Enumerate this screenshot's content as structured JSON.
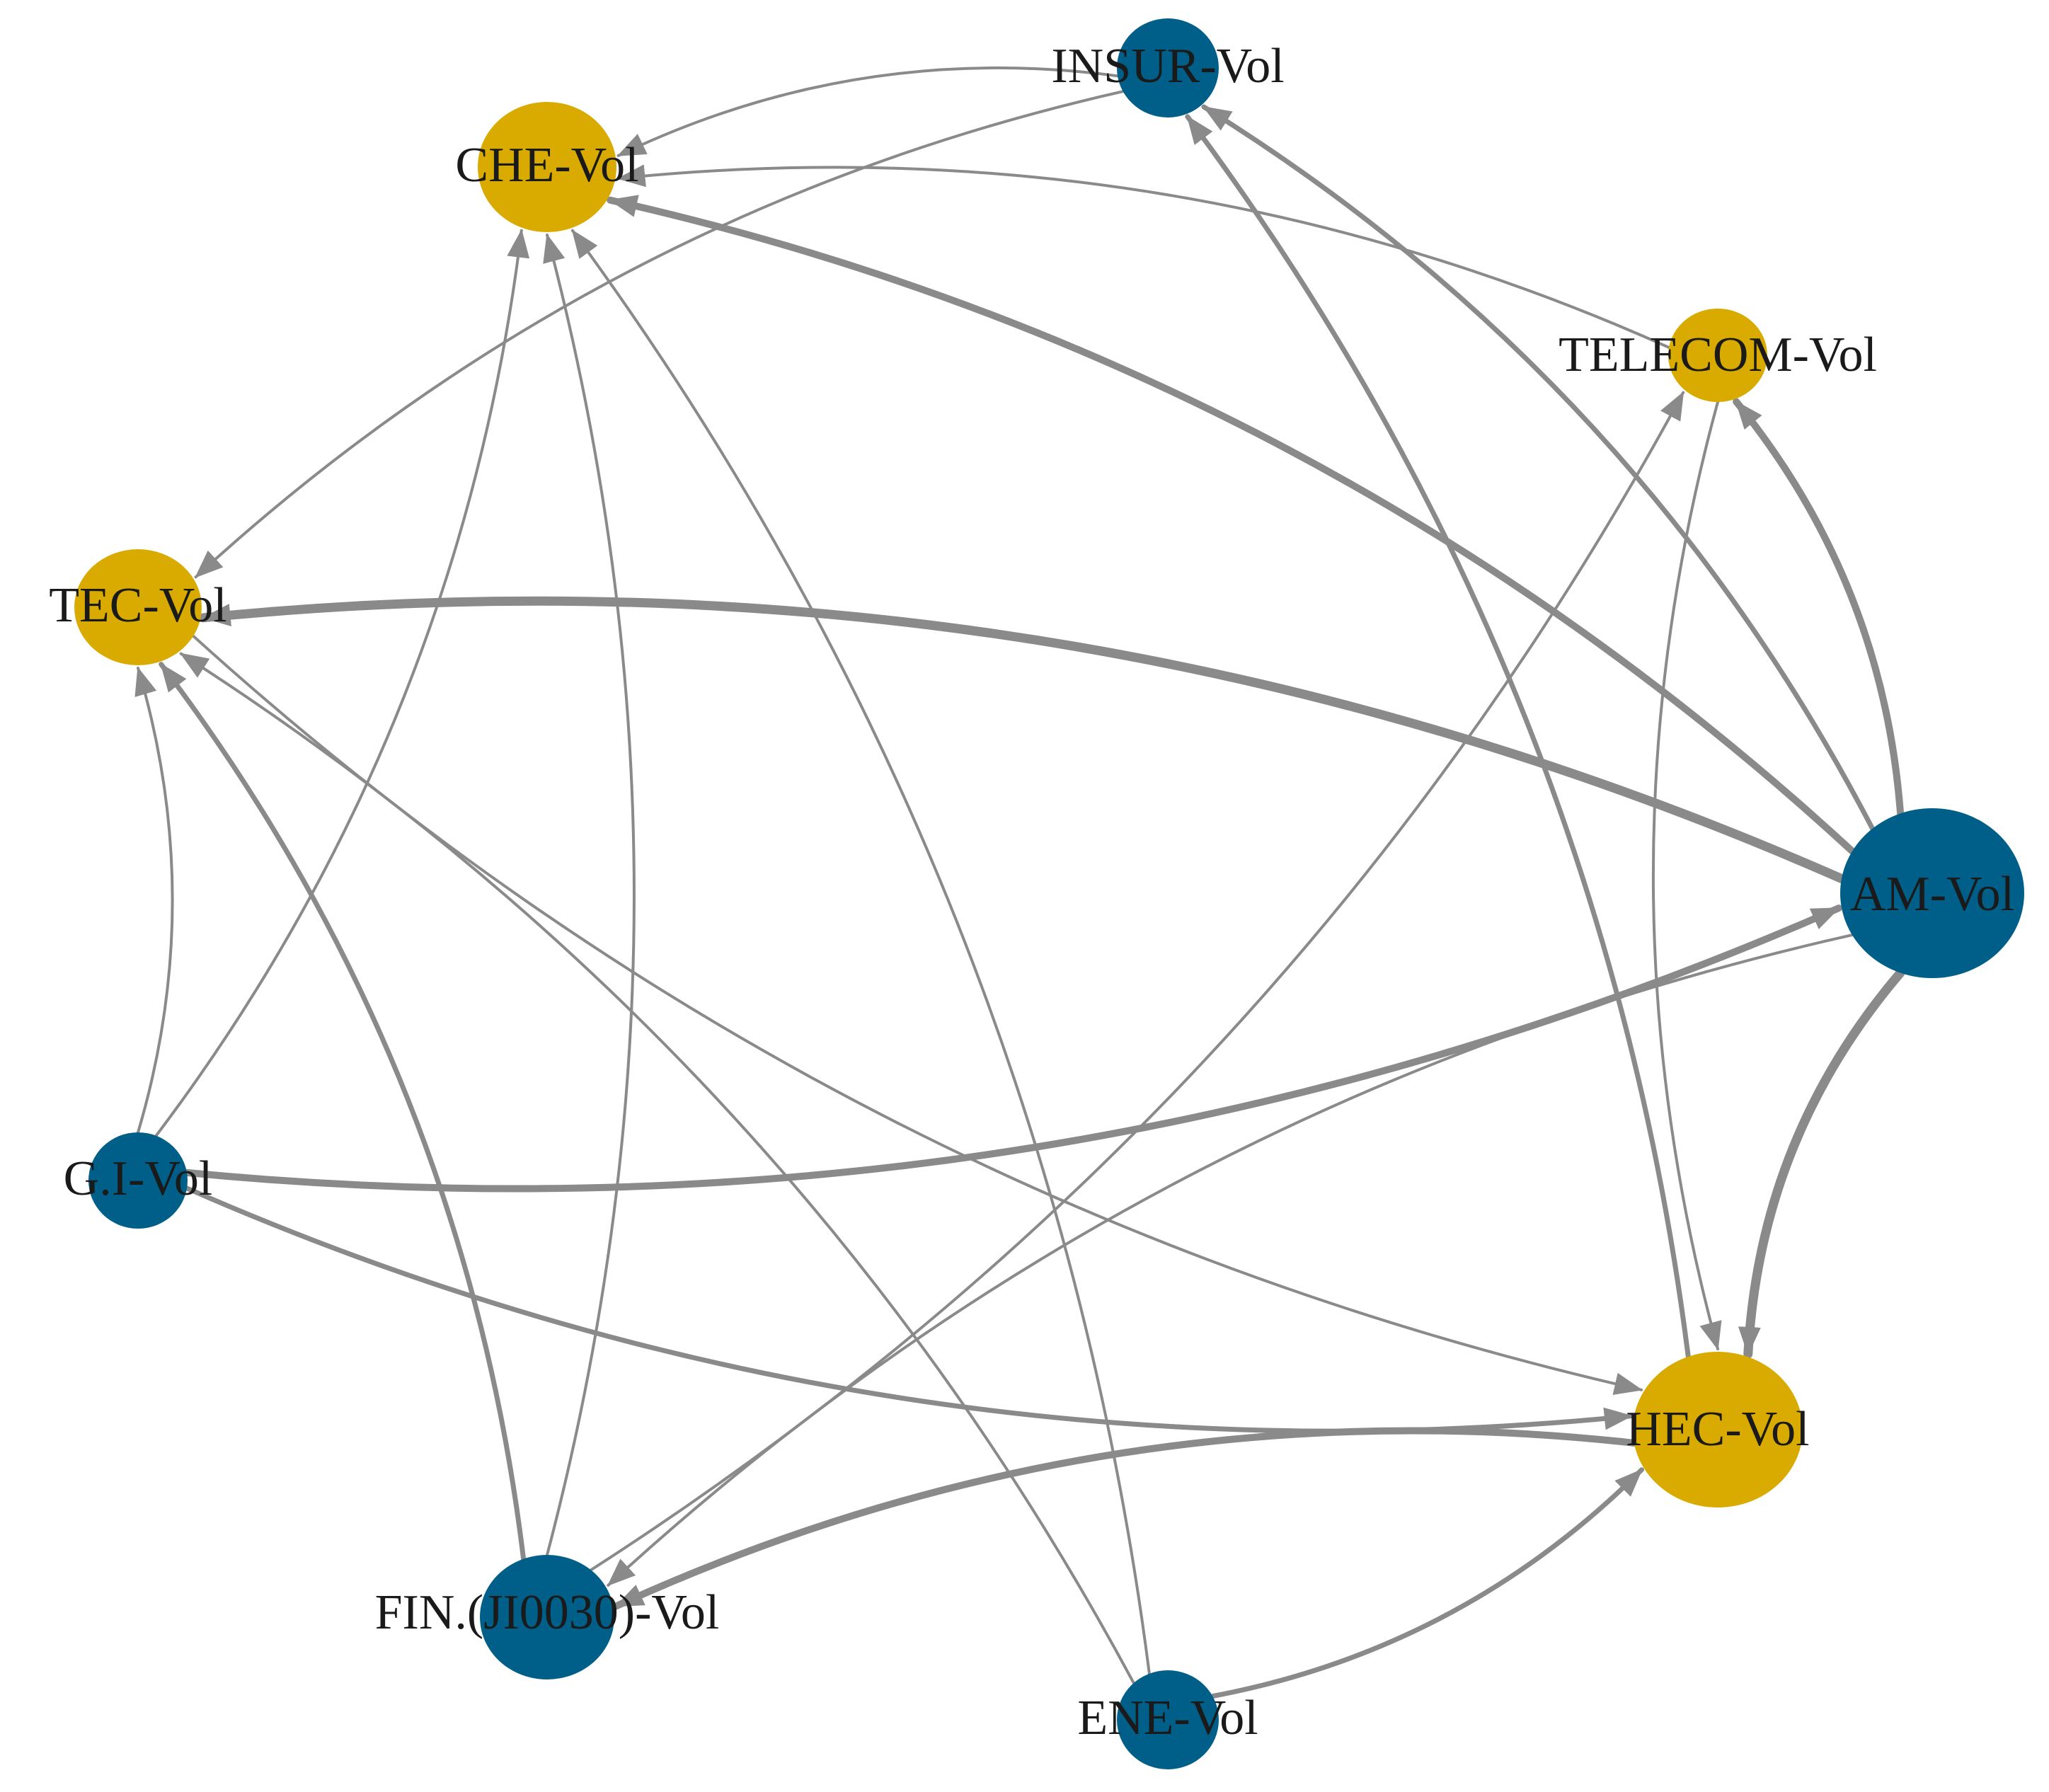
{
  "colors": {
    "gold": "#d9ab00",
    "blue": "#005f88",
    "edge": "#8a8a8a",
    "label": "#1a1a1a"
  },
  "nodes": [
    {
      "id": "insur",
      "label": "INSUR-Vol",
      "color": "blue"
    },
    {
      "id": "che",
      "label": "CHE-Vol",
      "color": "gold"
    },
    {
      "id": "telecom",
      "label": "TELECOM-Vol",
      "color": "gold"
    },
    {
      "id": "tec",
      "label": "TEC-Vol",
      "color": "gold"
    },
    {
      "id": "am",
      "label": "AM-Vol",
      "color": "blue"
    },
    {
      "id": "gi",
      "label": "G.I-Vol",
      "color": "blue"
    },
    {
      "id": "hec",
      "label": "HEC-Vol",
      "color": "gold"
    },
    {
      "id": "fin",
      "label": "FIN.(JI0030)-Vol",
      "color": "blue"
    },
    {
      "id": "ene",
      "label": "ENE-Vol",
      "color": "blue"
    }
  ],
  "edges": [
    {
      "from": "am",
      "to": "che",
      "weight": 3
    },
    {
      "from": "am",
      "to": "tec",
      "weight": 4
    },
    {
      "from": "am",
      "to": "telecom",
      "weight": 3
    },
    {
      "from": "am",
      "to": "hec",
      "weight": 4
    },
    {
      "from": "am",
      "to": "insur",
      "weight": 2
    },
    {
      "from": "am",
      "to": "fin",
      "weight": 1
    },
    {
      "from": "gi",
      "to": "am",
      "weight": 3
    },
    {
      "from": "gi",
      "to": "tec",
      "weight": 1
    },
    {
      "from": "gi",
      "to": "che",
      "weight": 1
    },
    {
      "from": "gi",
      "to": "hec",
      "weight": 2
    },
    {
      "from": "tec",
      "to": "hec",
      "weight": 1
    },
    {
      "from": "fin",
      "to": "tec",
      "weight": 2
    },
    {
      "from": "fin",
      "to": "che",
      "weight": 1
    },
    {
      "from": "fin",
      "to": "telecom",
      "weight": 1
    },
    {
      "from": "hec",
      "to": "fin",
      "weight": 3
    },
    {
      "from": "hec",
      "to": "insur",
      "weight": 2
    },
    {
      "from": "ene",
      "to": "che",
      "weight": 1
    },
    {
      "from": "ene",
      "to": "tec",
      "weight": 1
    },
    {
      "from": "ene",
      "to": "hec",
      "weight": 2
    },
    {
      "from": "insur",
      "to": "che",
      "weight": 1
    },
    {
      "from": "insur",
      "to": "tec",
      "weight": 1
    },
    {
      "from": "telecom",
      "to": "che",
      "weight": 1
    },
    {
      "from": "telecom",
      "to": "hec",
      "weight": 1
    }
  ]
}
